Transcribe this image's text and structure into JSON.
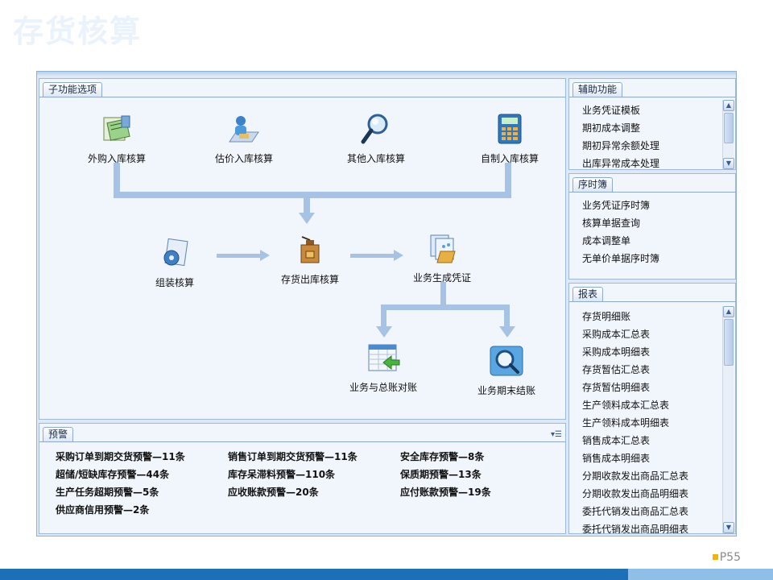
{
  "slide": {
    "title": "存货核算",
    "page_number": "P55",
    "marker_color": "#f5b400"
  },
  "main_panel": {
    "tab": "子功能选项",
    "nodes": {
      "purchase_in": "外购入库核算",
      "estimate_in": "估价入库核算",
      "other_in": "其他入库核算",
      "self_made_in": "自制入库核算",
      "assembly": "组装核算",
      "inventory_out": "存货出库核算",
      "gen_voucher": "业务生成凭证",
      "reconcile_gl": "业务与总账对账",
      "period_close": "业务期末结账"
    }
  },
  "alert_panel": {
    "tab": "预警",
    "menu_icon": "list-menu-icon",
    "items": [
      "采购订单到期交货预警—11条",
      "销售订单到期交货预警—11条",
      "安全库存预警—8条",
      "超储/短缺库存预警—44条",
      "库存呆滞料预警—110条",
      "保质期预警—13条",
      "生产任务超期预警—5条",
      "应收账款预警—20条",
      "应付账款预警—19条",
      "供应商信用预警—2条"
    ]
  },
  "aux_panel": {
    "tab": "辅助功能",
    "items": [
      "业务凭证模板",
      "期初成本调整",
      "期初异常余额处理",
      "出库异常成本处理"
    ]
  },
  "journal_panel": {
    "tab": "序时簿",
    "items": [
      "业务凭证序时簿",
      "核算单据查询",
      "成本调整单",
      "无单价单据序时簿"
    ]
  },
  "report_panel": {
    "tab": "报表",
    "items": [
      "存货明细账",
      "采购成本汇总表",
      "采购成本明细表",
      "存货暂估汇总表",
      "存货暂估明细表",
      "生产领料成本汇总表",
      "生产领料成本明细表",
      "销售成本汇总表",
      "销售成本明细表",
      "分期收款发出商品汇总表",
      "分期收款发出商品明细表",
      "委托代销发出商品汇总表",
      "委托代销发出商品明细表"
    ]
  }
}
